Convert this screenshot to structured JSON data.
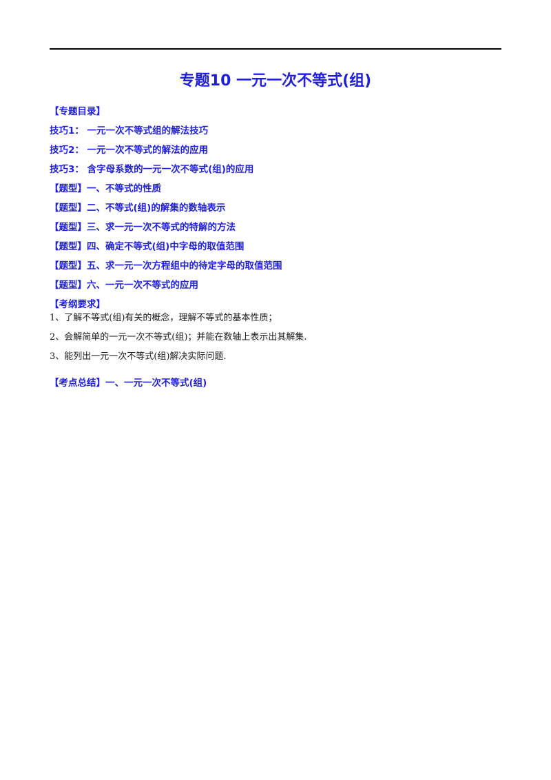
{
  "colors": {
    "heading": "#1f1fdc",
    "body": "#1a1a1a",
    "rule": "#000000"
  },
  "title": "专题10  一元一次不等式(组)",
  "toc": {
    "heading": "【专题目录】",
    "items": [
      "技巧1：  一元一次不等式组的解法技巧",
      "技巧2：  一元一次不等式的解法的应用",
      "技巧3：  含字母系数的一元一次不等式(组)的应用",
      "【题型】一、不等式的性质",
      "【题型】二、不等式(组)的解集的数轴表示",
      "【题型】三、求一元一次不等式的特解的方法",
      "【题型】四、确定不等式(组)中字母的取值范围",
      "【题型】五、求一元一次方程组中的待定字母的取值范围",
      "【题型】六、一元一次不等式的应用"
    ]
  },
  "requirements": {
    "heading": "【考纲要求】",
    "items": [
      "1、了解不等式(组)有关的概念，理解不等式的基本性质；",
      "2、会解简单的一元一次不等式(组)；并能在数轴上表示出其解集.",
      "3、能列出一元一次不等式(组)解决实际问题."
    ]
  },
  "summary": "【考点总结】一、一元一次不等式(组)"
}
